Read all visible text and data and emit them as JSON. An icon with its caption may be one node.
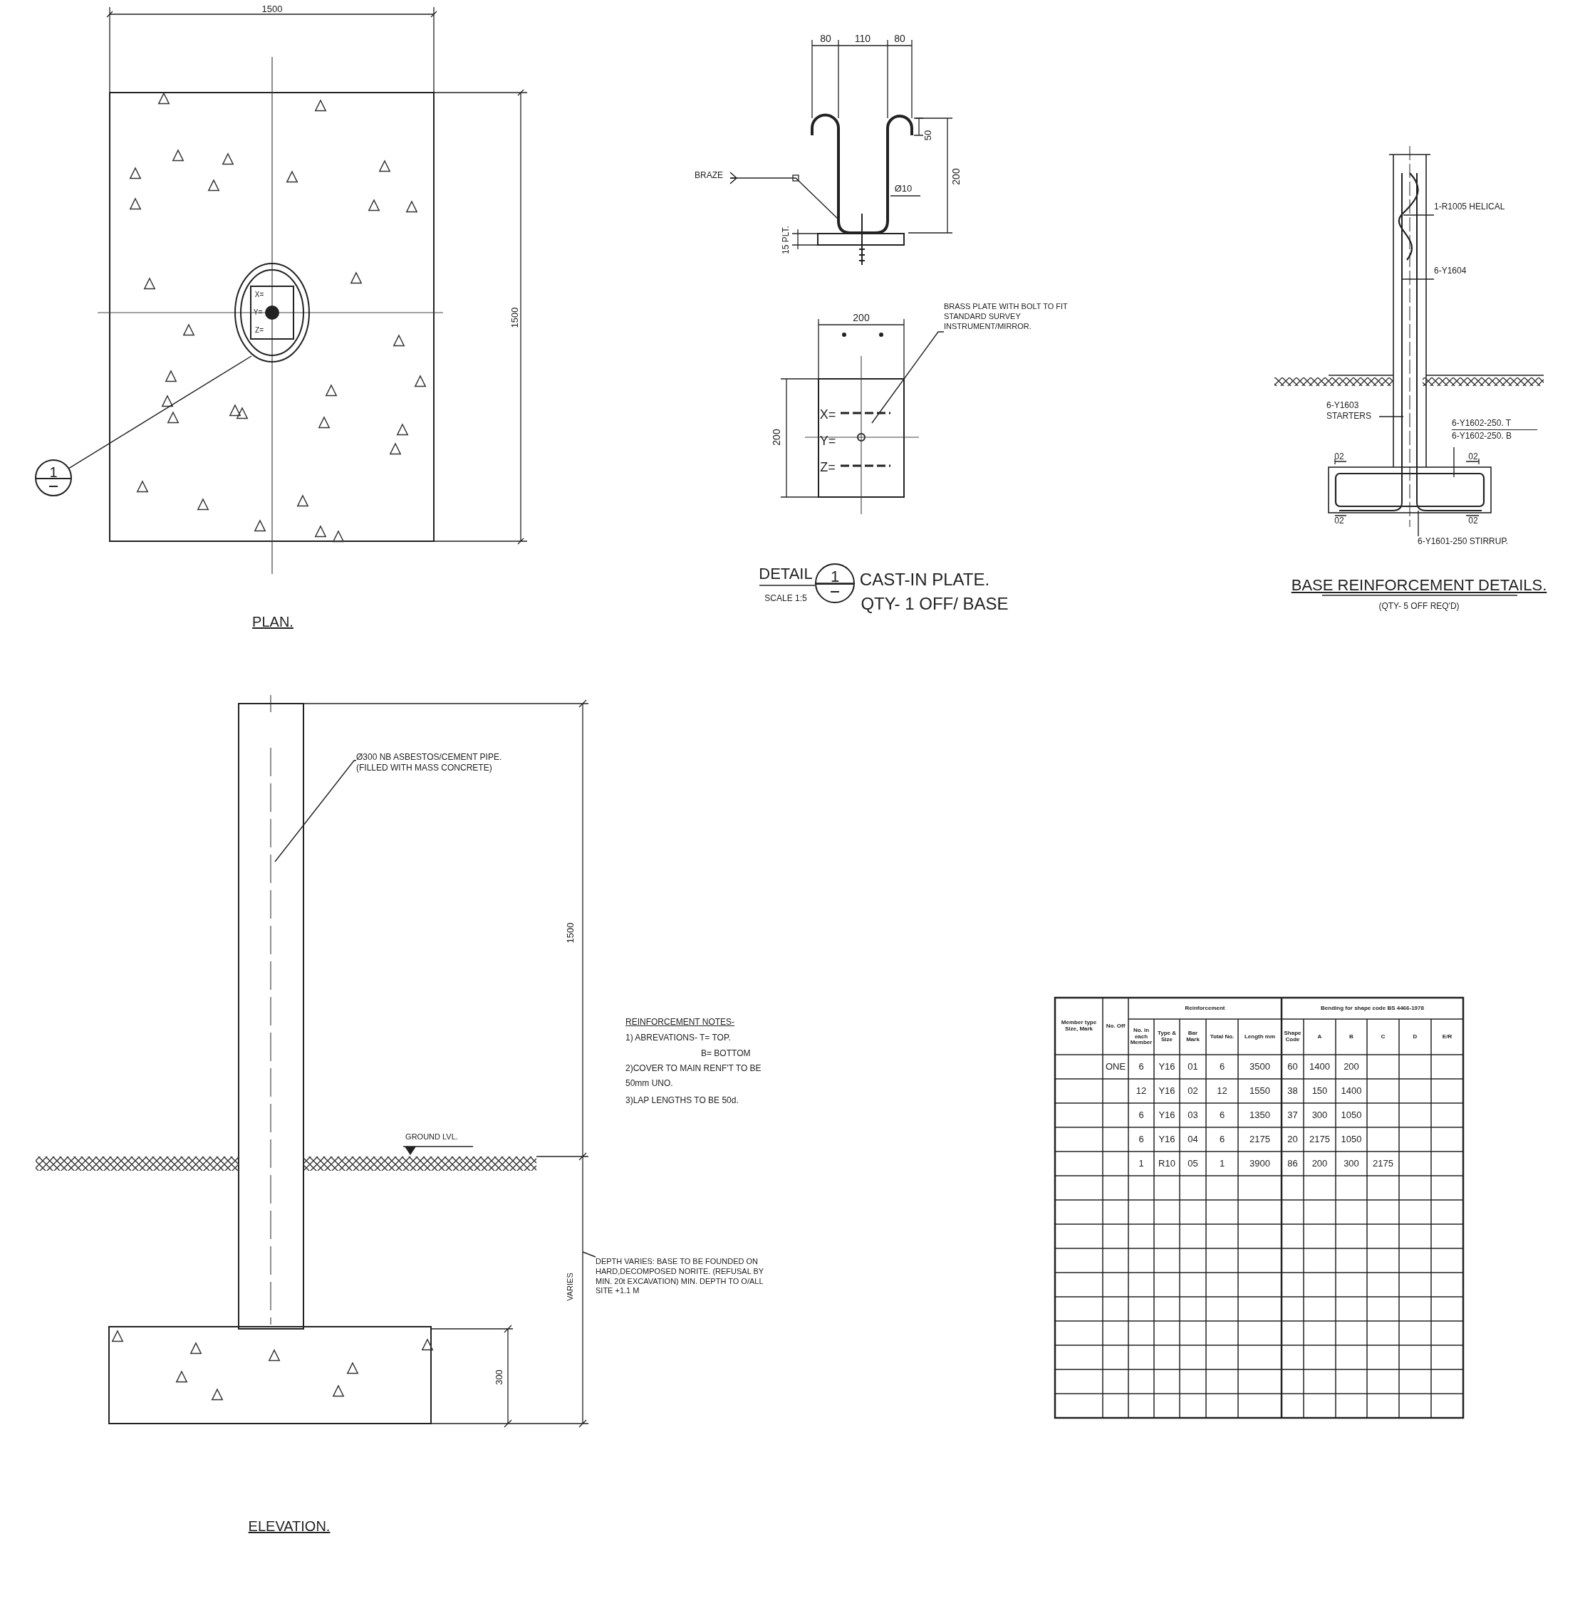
{
  "diagram": {
    "nodes": [
      {
        "text": [
          "1"
        ]
      },
      {
        "text": [
          "BRAZE"
        ]
      },
      {
        "text": [
          "BRASS PLATE WITH BOLT TO FIT STANDARD SURVEY INSTRUMENT/MIRROR."
        ]
      },
      {
        "text": [
          "1"
        ]
      },
      {
        "text": [
          "1-R1005 HELICAL"
        ]
      },
      {
        "text": [
          "6-Y1604"
        ]
      },
      {
        "text": [
          "6-Y1603 STARTERS"
        ]
      },
      {
        "text": [
          "6-Y1602-250. T",
          "6-Y1602-250. B"
        ]
      },
      {
        "text": [
          "6-Y1601-250 STIRRUP."
        ]
      },
      {
        "text": [
          "Ø300 NB ASBESTOS/CEMENT PIPE. (FILLED WITH MASS CONCRETE)"
        ]
      },
      {
        "text": [
          "DEPTH VARIES: BASE TO BE FOUNDED ON HARD,DECOMPOSED NORITE. (REFUSAL BY MIN. 20t EXCAVATION) MIN. DEPTH TO O/ALL SITE +1.1 M"
        ]
      }
    ],
    "edges": [
      {
        "from": 0,
        "to": null,
        "arrow": "none"
      },
      {
        "from": 1,
        "to": null,
        "arrow": "other"
      },
      {
        "from": 2,
        "to": null,
        "arrow": "none"
      },
      {
        "from": 4,
        "to": null,
        "arrow": "none"
      },
      {
        "from": 5,
        "to": null,
        "arrow": "none"
      },
      {
        "from": 6,
        "to": null,
        "arrow": "none"
      },
      {
        "from": 7,
        "to": null,
        "arrow": "none"
      },
      {
        "from": 8,
        "to": null,
        "arrow": "none"
      },
      {
        "from": 9,
        "to": null,
        "arrow": "none"
      },
      {
        "from": 10,
        "to": null,
        "arrow": "none"
      }
    ],
    "labels": [
      "1500",
      "1500",
      "X=",
      "Y=",
      "Z=",
      "PLAN.",
      "80",
      "110",
      "80",
      "50",
      "200",
      "Ø10",
      "15 PLT.",
      "200",
      "200",
      "X=",
      "Y=",
      "Z=",
      "DETAIL",
      "SCALE 1:5",
      "CAST-IN PLATE.",
      "QTY- 1 OFF/ BASE",
      "02",
      "02",
      "02",
      "02",
      "BASE REINFORCEMENT DETAILS.",
      "(QTY- 5 OFF REQ'D)",
      "1500",
      "GROUND LVL.",
      "VARIES",
      "300",
      "ELEVATION.",
      "REINFORCEMENT NOTES-",
      "1) ABREVATIONS- T= TOP.",
      "B= BOTTOM",
      "2)COVER TO MAIN RENF'T TO BE",
      "50mm UNO.",
      "3)LAP LENGTHS TO BE 50d.",
      "Member type Size, Mark",
      "No. Off",
      "Reinforcement",
      "Bending for shape code BS 4466-1978",
      "No. in each Member",
      "Type & Size",
      "Bar Mark",
      "Total No.",
      "Length mm",
      "Shape Code",
      "A",
      "B",
      "C",
      "D",
      "E/R",
      "ONE",
      "6",
      "Y16",
      "01",
      "6",
      "3500",
      "60",
      "1400",
      "200",
      "12",
      "Y16",
      "02",
      "12",
      "1550",
      "38",
      "150",
      "1400",
      "6",
      "Y16",
      "03",
      "6",
      "1350",
      "37",
      "300",
      "1050",
      "6",
      "Y16",
      "04",
      "6",
      "2175",
      "20",
      "2175",
      "1050",
      "1",
      "R10",
      "05",
      "1",
      "3900",
      "86",
      "200",
      "300",
      "2175"
    ]
  }
}
